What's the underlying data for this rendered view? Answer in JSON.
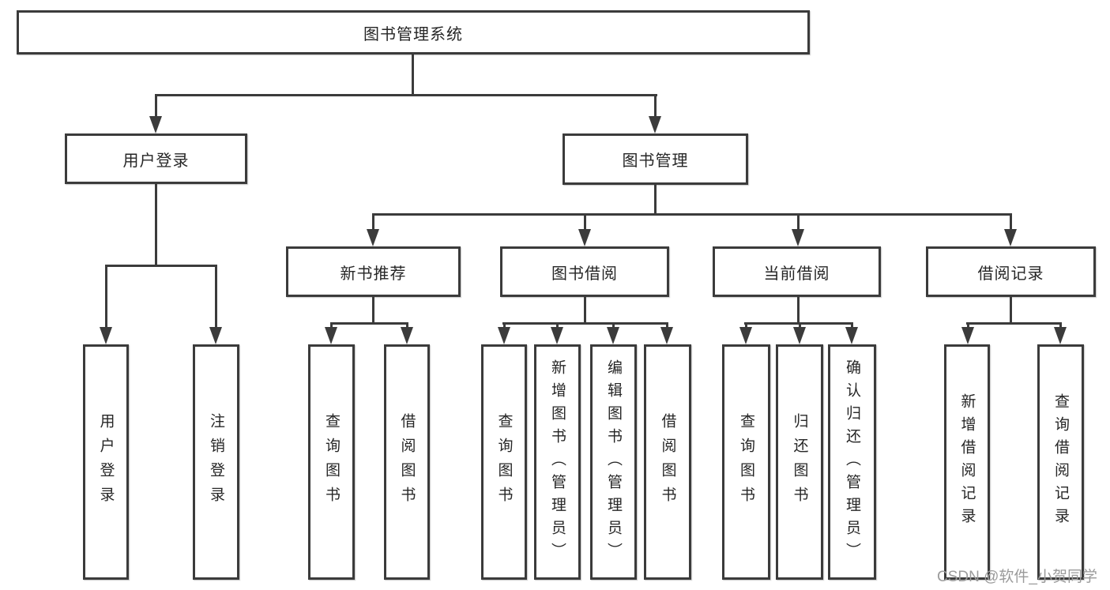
{
  "nodes": {
    "root": "图书管理系统",
    "user_login": "用户登录",
    "book_management": "图书管理",
    "new_book_recommendation": "新书推荐",
    "book_borrowing": "图书借阅",
    "current_borrowing": "当前借阅",
    "borrowing_records": "借阅记录",
    "leaf_user_login": "用户登录",
    "leaf_logout": "注销登录",
    "nb_query_books": "查询图书",
    "nb_borrow_books": "借阅图书",
    "bb_query_books": "查询图书",
    "bb_add_books": "新增图书（管理员）",
    "bb_edit_books": "编辑图书（管理员）",
    "bb_borrow_books": "借阅图书",
    "cb_query_books": "查询图书",
    "cb_return_books": "归还图书",
    "cb_confirm_return": "确认归还（管理员）",
    "br_add_record": "新增借阅记录",
    "br_query_record": "查询借阅记录"
  },
  "watermark": "CSDN @软件_小贺同学",
  "colors": {
    "line": "#3b3b3b",
    "text": "#262626",
    "watermark": "#9b9b9b",
    "background": "#ffffff"
  }
}
